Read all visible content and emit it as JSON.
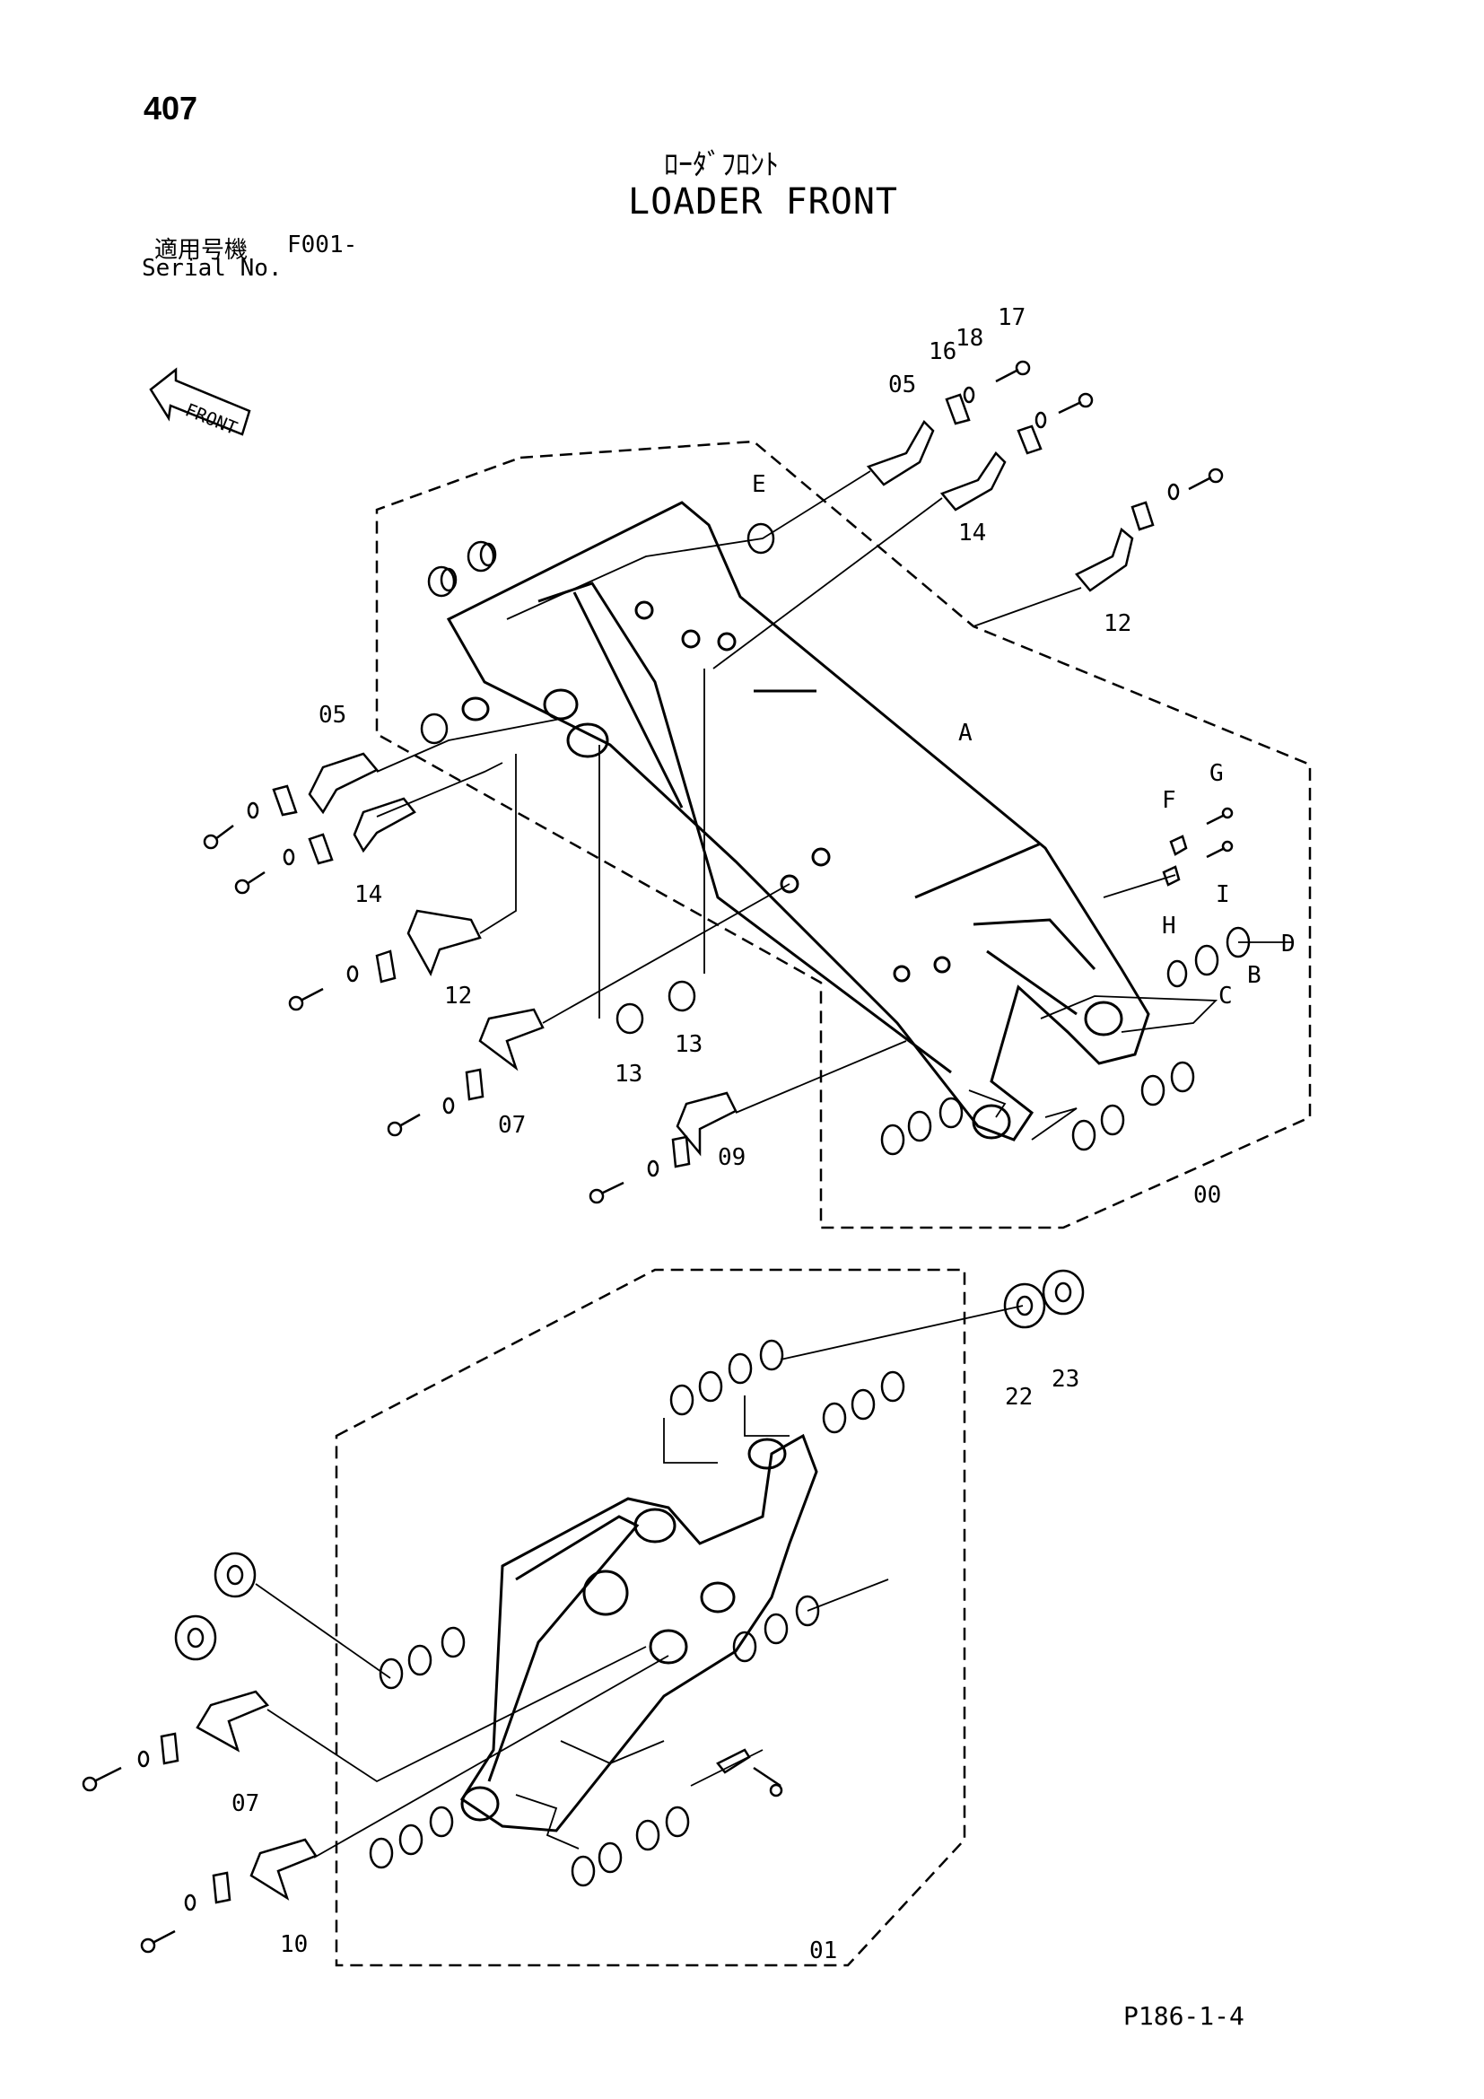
{
  "page_number": "407",
  "title_jp": "ﾛｰﾀﾞﾌﾛﾝﾄ",
  "title_en": "LOADER FRONT",
  "serial": {
    "label_jp": "適用号機",
    "value": "F001-",
    "label_en": "Serial No."
  },
  "front_arrow": "FRONT",
  "page_ref": "P186-1-4",
  "callouts": {
    "c00": "00",
    "c01": "01",
    "c05a": "05",
    "c05b": "05",
    "c07a": "07",
    "c07b": "07",
    "c09": "09",
    "c10": "10",
    "c12a": "12",
    "c12b": "12",
    "c13a": "13",
    "c13b": "13",
    "c14a": "14",
    "c14b": "14",
    "c16": "16",
    "c17": "17",
    "c18": "18",
    "c22": "22",
    "c23": "23",
    "A": "A",
    "B": "B",
    "C": "C",
    "D": "D",
    "E": "E",
    "F": "F",
    "G": "G",
    "H": "H",
    "I": "I"
  }
}
